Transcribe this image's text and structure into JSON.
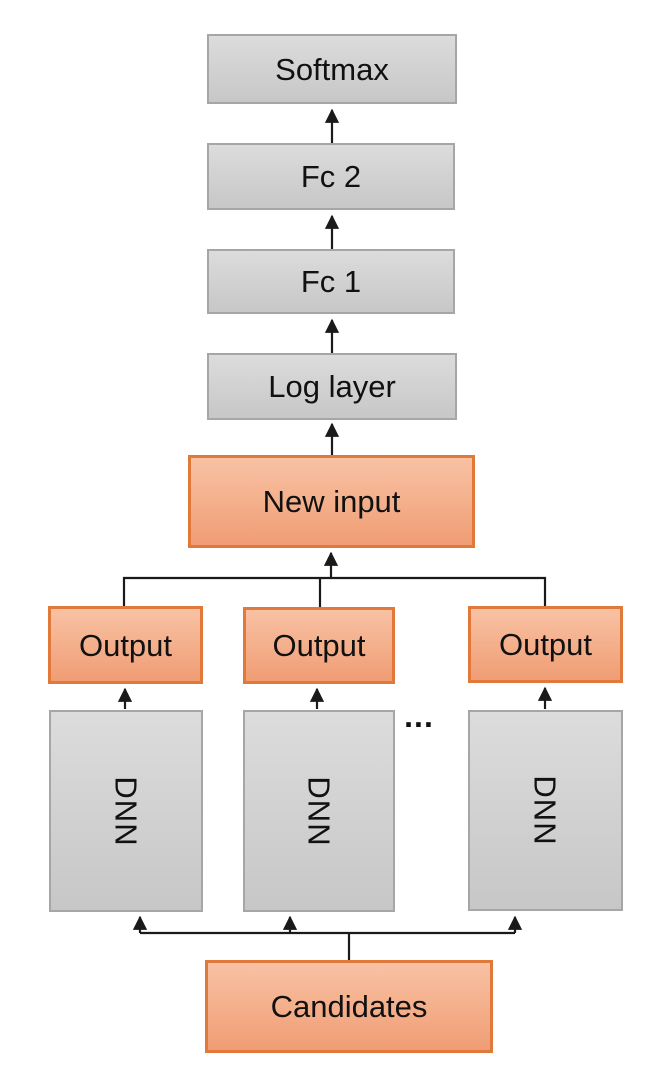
{
  "diagram": {
    "kind": "neural-network-architecture-flow",
    "background": "#ffffff",
    "nodes": {
      "softmax": "Softmax",
      "fc2": "Fc 2",
      "fc1": "Fc 1",
      "log_layer": "Log layer",
      "new_input": "New input",
      "output_left": "Output",
      "output_middle": "Output",
      "output_right": "Output",
      "dnn_left": "DNN",
      "dnn_middle": "DNN",
      "dnn_right": "DNN",
      "candidates": "Candidates",
      "ellipsis": "..."
    },
    "edges": [
      "candidates -> dnn_left",
      "candidates -> dnn_middle",
      "candidates -> dnn_right",
      "dnn_left -> output_left",
      "dnn_middle -> output_middle",
      "dnn_right -> output_right",
      "output_left -> new_input",
      "output_middle -> new_input",
      "output_right -> new_input",
      "new_input -> log_layer",
      "log_layer -> fc1",
      "fc1 -> fc2",
      "fc2 -> softmax"
    ],
    "colors": {
      "bg": "#ffffff",
      "gray-top": "#dcdcdc",
      "gray-bottom": "#c7c7c7",
      "gray-border": "#a6a6a6",
      "orange-top": "#f8c2a4",
      "orange-bottom": "#f09d74",
      "orange-border": "#e0793a",
      "line": "#1a1a1a",
      "text": "#111111"
    }
  }
}
